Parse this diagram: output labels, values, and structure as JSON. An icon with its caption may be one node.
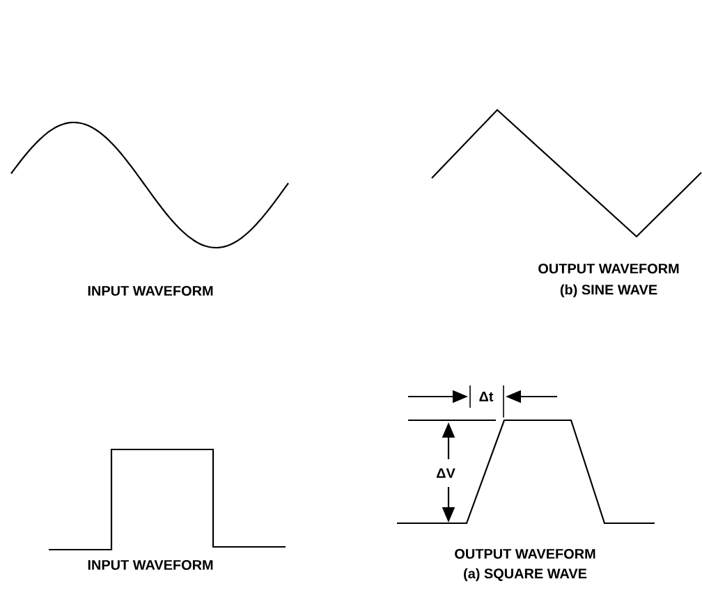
{
  "diagram": {
    "labels": [
      "INPUT WAVEFORM",
      "OUTPUT WAVEFORM",
      "(b) SINE WAVE",
      "Δt",
      "ΔV",
      "INPUT WAVEFORM",
      "OUTPUT WAVEFORM",
      "(a) SQUARE WAVE"
    ]
  }
}
